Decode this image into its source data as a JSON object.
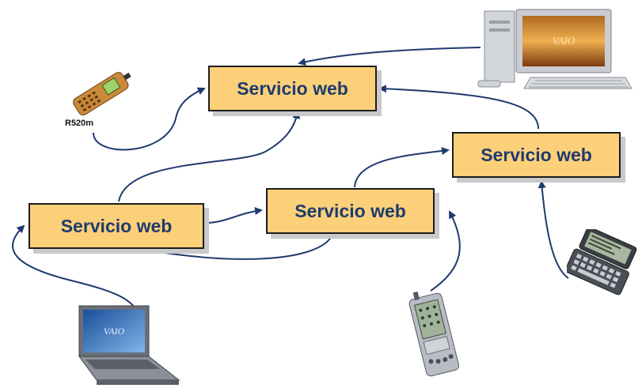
{
  "nodes": {
    "top": "Servicio web",
    "right": "Servicio web",
    "center": "Servicio web",
    "left": "Servicio web"
  },
  "devices": {
    "phone_caption": "R520m",
    "desktop_screen_text": "VAIO",
    "laptop_screen_text": "VAIO"
  },
  "colors": {
    "box_fill": "#fbd079",
    "box_text": "#1f3a6e",
    "arrow": "#1f3a6e"
  }
}
